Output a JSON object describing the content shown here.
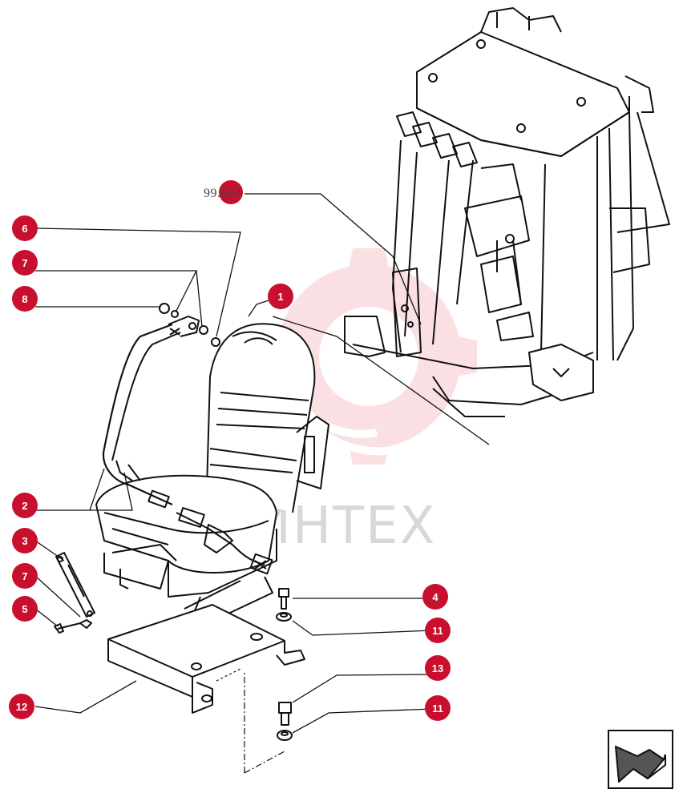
{
  "document": {
    "reference_code": "99.653",
    "watermark_text": "ИНТЕХ",
    "accent_color": "#c8102e",
    "watermark_color": "#f2c2c6"
  },
  "callouts": [
    {
      "id": "c1",
      "label": "1"
    },
    {
      "id": "c2",
      "label": "2"
    },
    {
      "id": "c3",
      "label": "3"
    },
    {
      "id": "c4",
      "label": "4"
    },
    {
      "id": "c5",
      "label": "5"
    },
    {
      "id": "c6",
      "label": "6"
    },
    {
      "id": "c7a",
      "label": "7"
    },
    {
      "id": "c7b",
      "label": "7"
    },
    {
      "id": "c8",
      "label": "8"
    },
    {
      "id": "c11a",
      "label": "11"
    },
    {
      "id": "c11b",
      "label": "11"
    },
    {
      "id": "c12",
      "label": "12"
    },
    {
      "id": "c13",
      "label": "13"
    }
  ],
  "icons": {
    "next_page": "arrow-next-page-icon",
    "watermark_logo": "gear-logo-icon"
  }
}
